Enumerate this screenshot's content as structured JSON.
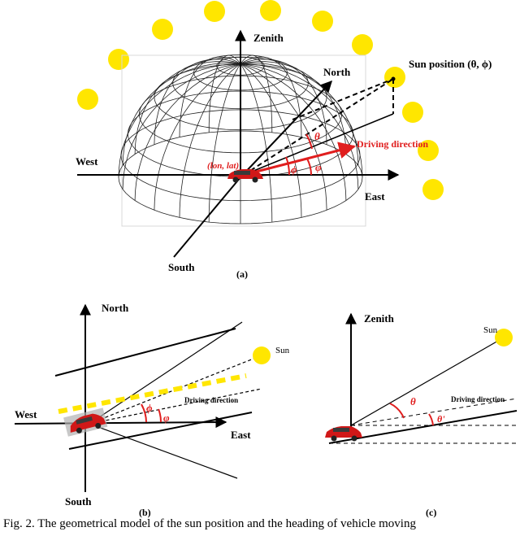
{
  "panel_a": {
    "zenith": "Zenith",
    "north": "North",
    "south": "South",
    "east": "East",
    "west": "West",
    "sun_position": "Sun position (θ, ϕ)",
    "driving_direction": "Driving direction",
    "lon_lat": "(lon, lat)",
    "theta": "θ",
    "phi": "ϕ",
    "varphi": "φ",
    "label": "(a)"
  },
  "panel_b": {
    "north": "North",
    "south": "South",
    "east": "East",
    "west": "West",
    "sun": "Sun",
    "driving_direction": "Driving direction",
    "phi": "ϕ",
    "varphi": "φ",
    "label": "(b)"
  },
  "panel_c": {
    "zenith": "Zenith",
    "sun": "Sun",
    "driving_direction": "Driving direction",
    "theta": "θ",
    "theta_prime": "θ'",
    "label": "(c)"
  },
  "caption": "Fig. 2. The geometrical model of the sun position and the heading of vehicle moving",
  "colors": {
    "sun": "#ffe600",
    "car": "#d01818",
    "angle": "#e01e1e",
    "dome": "#000000"
  }
}
